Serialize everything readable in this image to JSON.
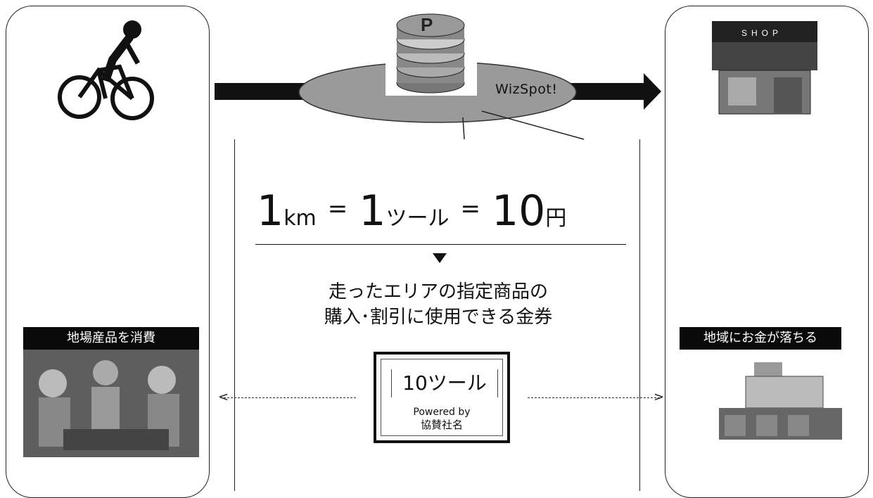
{
  "flow": {
    "brand_label": "WizSpot!",
    "shop_sign": "SHOP"
  },
  "left_panel": {
    "caption": "地場産品を消費"
  },
  "right_panel": {
    "caption": "地域にお金が落ちる"
  },
  "equation": {
    "km_value": "1",
    "km_unit": "km",
    "eq1": "=",
    "tool_value": "1",
    "tool_unit": "ツール",
    "eq2": "=",
    "yen_value": "10",
    "yen_unit": "円"
  },
  "description": {
    "line1": "走ったエリアの指定商品の",
    "line2": "購入･割引に使用できる金券"
  },
  "ticket": {
    "amount": "10ツール",
    "powered_by": "Powered by",
    "sponsor": "協賛社名"
  },
  "colors": {
    "arrow": "#111111",
    "ellipse": "#9a9a9a",
    "caption_bg": "#0a0a0a"
  }
}
